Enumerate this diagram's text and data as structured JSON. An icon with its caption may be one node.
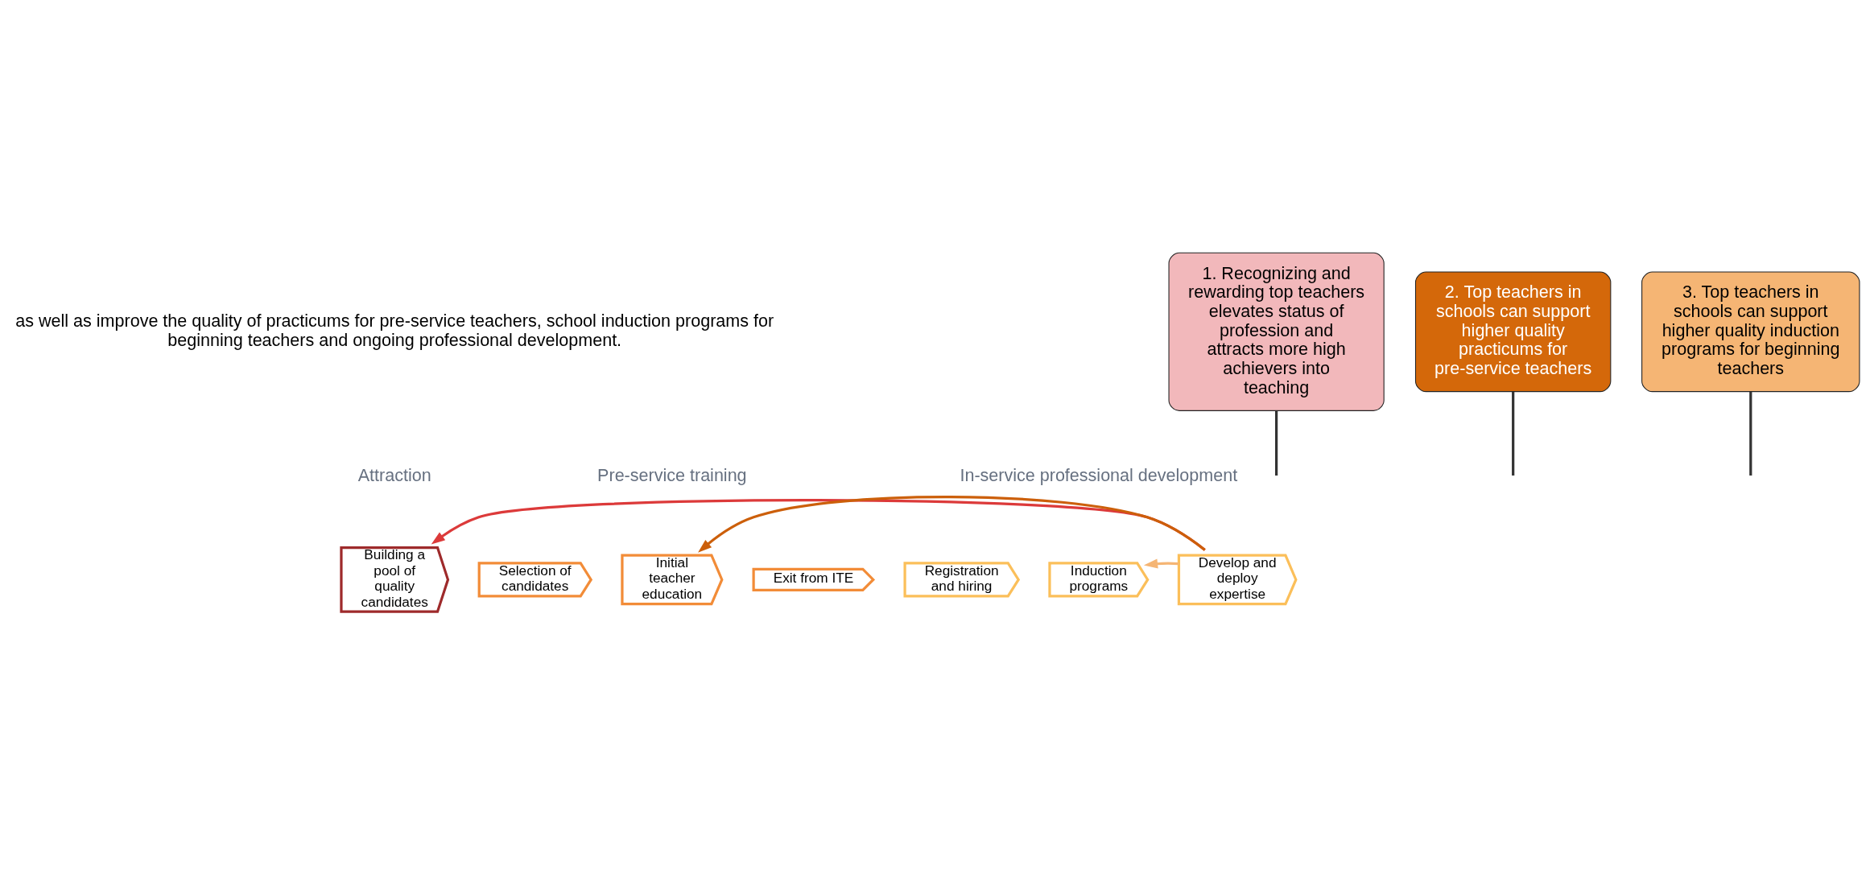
{
  "diagram": {
    "nodes": [
      {
        "text": [
          "Building a pool of quality candidates"
        ]
      },
      {
        "text": [
          "Selection of candidates"
        ]
      },
      {
        "text": [
          "Initial teacher education"
        ]
      },
      {
        "text": [
          "Exit from ITE"
        ]
      },
      {
        "text": [
          "Registration and hiring"
        ]
      },
      {
        "text": [
          "Induction programs"
        ]
      },
      {
        "text": [
          "Develop and deploy expertise"
        ]
      },
      {
        "text": [
          "1. Recognizing and rewarding top teachers elevates status of profession and attracts more high achievers into teaching"
        ]
      },
      {
        "text": [
          "2. Top teachers in schools can support higher quality practicums for pre-service teachers"
        ]
      },
      {
        "text": [
          "3. Top teachers in schools can support higher quality induction programs for beginning teachers"
        ]
      }
    ],
    "edges": [
      {
        "from": 6,
        "to": 0,
        "arrow": "to",
        "color": "#dc3a3a"
      },
      {
        "from": 6,
        "to": 2,
        "arrow": "to",
        "color": "#cc5f0a"
      },
      {
        "from": 6,
        "to": 5,
        "arrow": "to",
        "color": "#f5b574"
      },
      {
        "from": 7,
        "to": null,
        "arrow": "none"
      },
      {
        "from": 8,
        "to": null,
        "arrow": "none"
      },
      {
        "from": 9,
        "to": null,
        "arrow": "none"
      }
    ],
    "labels": [
      "as well as improve the quality of practicums for pre-service teachers, school induction programs for beginning teachers and ongoing professional development.",
      "Attraction",
      "Pre-service training",
      "In-service professional development"
    ]
  }
}
